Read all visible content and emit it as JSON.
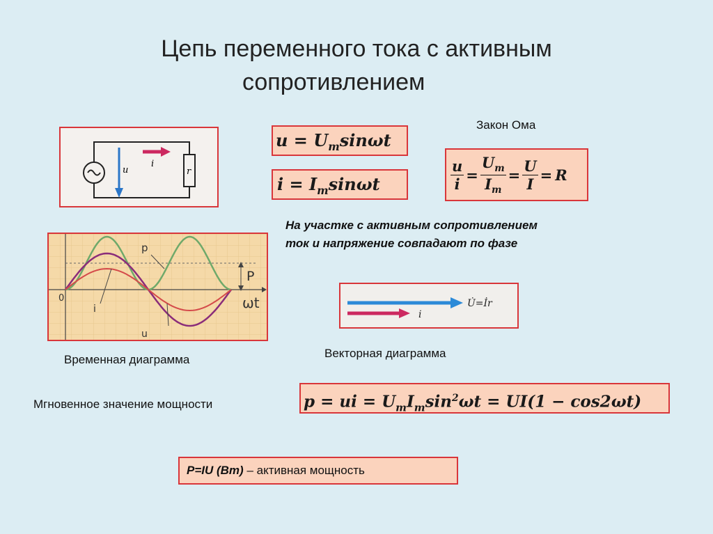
{
  "title": {
    "line1": "Цепь переменного тока с активным",
    "line2": "сопротивлением"
  },
  "circuit": {
    "current_label": "i",
    "voltage_label": "u",
    "resistor_label": "r"
  },
  "formulas": {
    "u_head": "u = U",
    "u_sub": "m",
    "u_tail": "sinωt",
    "i_head": "i = I",
    "i_sub": "m",
    "i_tail": "sinωt"
  },
  "ohm": {
    "caption": "Закон Ома",
    "f1_num": "u",
    "f1_den": "i",
    "f2_num": "U",
    "f2_num_sub": "m",
    "f2_den": "I",
    "f2_den_sub": "m",
    "f3_num": "U",
    "f3_den": "I",
    "eq": "=",
    "result": "R"
  },
  "phase_note": {
    "line1": "На  участке с активным сопротивлением",
    "line2": "ток и напряжение совпадают по фазе"
  },
  "time_diagram": {
    "caption": "Временная диаграмма",
    "p_label": "p",
    "P_label": "P",
    "i_label": "i",
    "u_label": "u",
    "zero_label": "0",
    "axis_label": "ωt"
  },
  "vector_diagram": {
    "caption": "Векторная диаграмма",
    "u_label": "U̇=İr",
    "i_label": "i"
  },
  "power": {
    "caption": "Мгновенное значение мощности",
    "formula_a": "p = ui = U",
    "sub1": "m",
    "formula_b": "I",
    "sub2": "m",
    "formula_c": "sin",
    "sup": "2",
    "formula_d": "ωt = UI(1 − cos2ωt)"
  },
  "active_power": {
    "bold": "P=IU (Вт)",
    "rest": " – активная мощность"
  }
}
